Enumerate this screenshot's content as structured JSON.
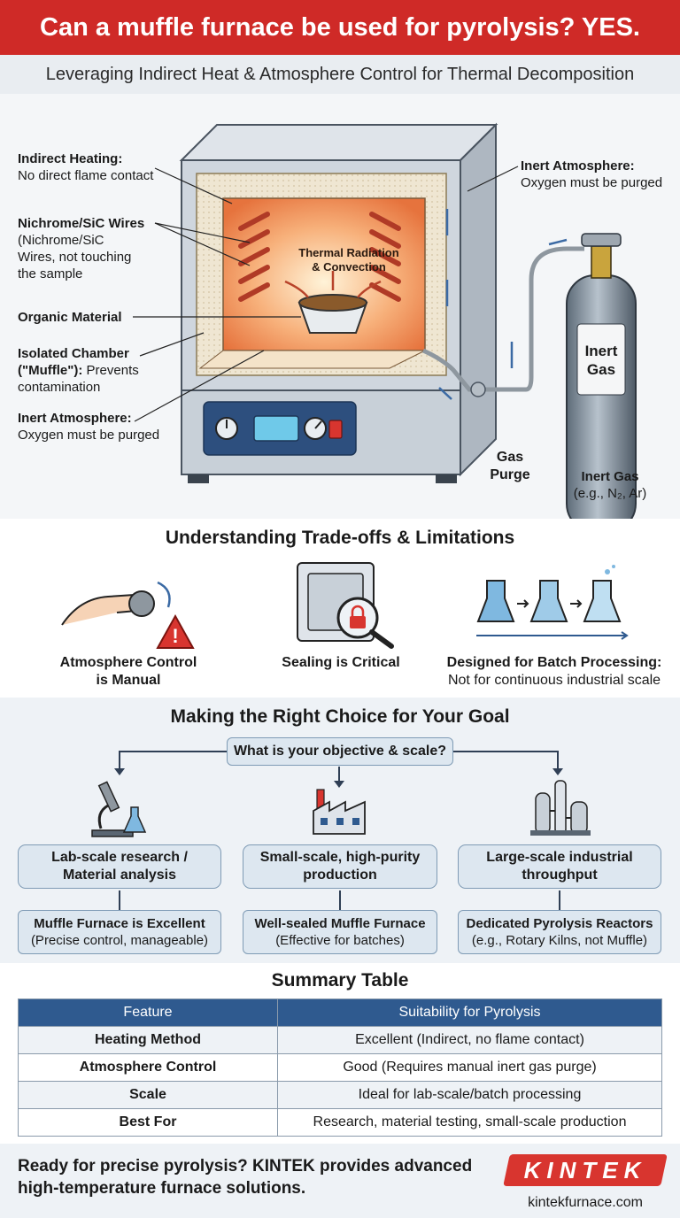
{
  "header": {
    "title": "Can a muffle furnace be used for pyrolysis? YES.",
    "subtitle": "Leveraging Indirect Heat & Atmosphere Control for Thermal Decomposition"
  },
  "diagram": {
    "labels": {
      "indirect_heating_title": "Indirect Heating:",
      "indirect_heating_desc": "No direct flame contact",
      "wires_title": "Nichrome/SiC Wires",
      "wires_desc_1": "(Nichrome/SiC",
      "wires_desc_2": "Wires, not touching",
      "wires_desc_3": "the sample",
      "organic": "Organic Material",
      "chamber_title_1": "Isolated Chamber",
      "chamber_title_2": "(\"Muffle\"):",
      "chamber_desc_1": "Prevents",
      "chamber_desc_2": "contamination",
      "inert_left_title": "Inert Atmosphere:",
      "inert_left_desc": "Oxygen must be purged",
      "inert_right_title": "Inert Atmosphere:",
      "inert_right_desc": "Oxygen must be purged",
      "radiation_1": "Thermal Radiation",
      "radiation_2": "& Convection",
      "gas_purge_1": "Gas",
      "gas_purge_2": "Purge",
      "cylinder_1": "Inert",
      "cylinder_2": "Gas",
      "inert_gas_title": "Inert Gas",
      "inert_gas_desc": "(e.g., N₂, Ar)"
    }
  },
  "tradeoffs": {
    "title": "Understanding Trade-offs & Limitations",
    "items": [
      {
        "line1": "Atmosphere Control",
        "line2": "is Manual",
        "icon": "hand-knob-warning-icon"
      },
      {
        "line1": "Sealing is Critical",
        "line2": "",
        "icon": "sealed-door-lock-icon"
      },
      {
        "line1": "Designed for Batch Processing:",
        "line2": "Not for continuous industrial scale",
        "icon": "flask-batch-icon"
      }
    ]
  },
  "choice": {
    "title": "Making the Right Choice for Your Goal",
    "question": "What is your objective & scale?",
    "options": [
      {
        "goal_1": "Lab-scale research /",
        "goal_2": "Material analysis",
        "result_1": "Muffle Furnace is Excellent",
        "result_2": "(Precise control, manageable)",
        "icon": "microscope-icon"
      },
      {
        "goal_1": "Small-scale, high-purity",
        "goal_2": "production",
        "result_1": "Well-sealed Muffle Furnace",
        "result_2": "(Effective for batches)",
        "icon": "factory-icon"
      },
      {
        "goal_1": "Large-scale industrial",
        "goal_2": "throughput",
        "result_1": "Dedicated Pyrolysis Reactors",
        "result_2": "(e.g., Rotary Kilns, not Muffle)",
        "icon": "refinery-icon"
      }
    ]
  },
  "summary": {
    "title": "Summary Table",
    "headers": [
      "Feature",
      "Suitability for Pyrolysis"
    ],
    "rows": [
      [
        "Heating Method",
        "Excellent (Indirect, no flame contact)"
      ],
      [
        "Atmosphere Control",
        "Good (Requires manual inert gas purge)"
      ],
      [
        "Scale",
        "Ideal for lab-scale/batch processing"
      ],
      [
        "Best For",
        "Research, material testing, small-scale production"
      ]
    ]
  },
  "footer": {
    "cta_1": "Ready for precise pyrolysis? KINTEK provides advanced",
    "cta_2": "high-temperature furnace solutions.",
    "logo": "KINTEK",
    "website": "kintekfurnace.com"
  },
  "colors": {
    "banner": "#cf2a27",
    "accent_blue": "#2f5a8f",
    "heat_orange": "#f08a4a"
  }
}
